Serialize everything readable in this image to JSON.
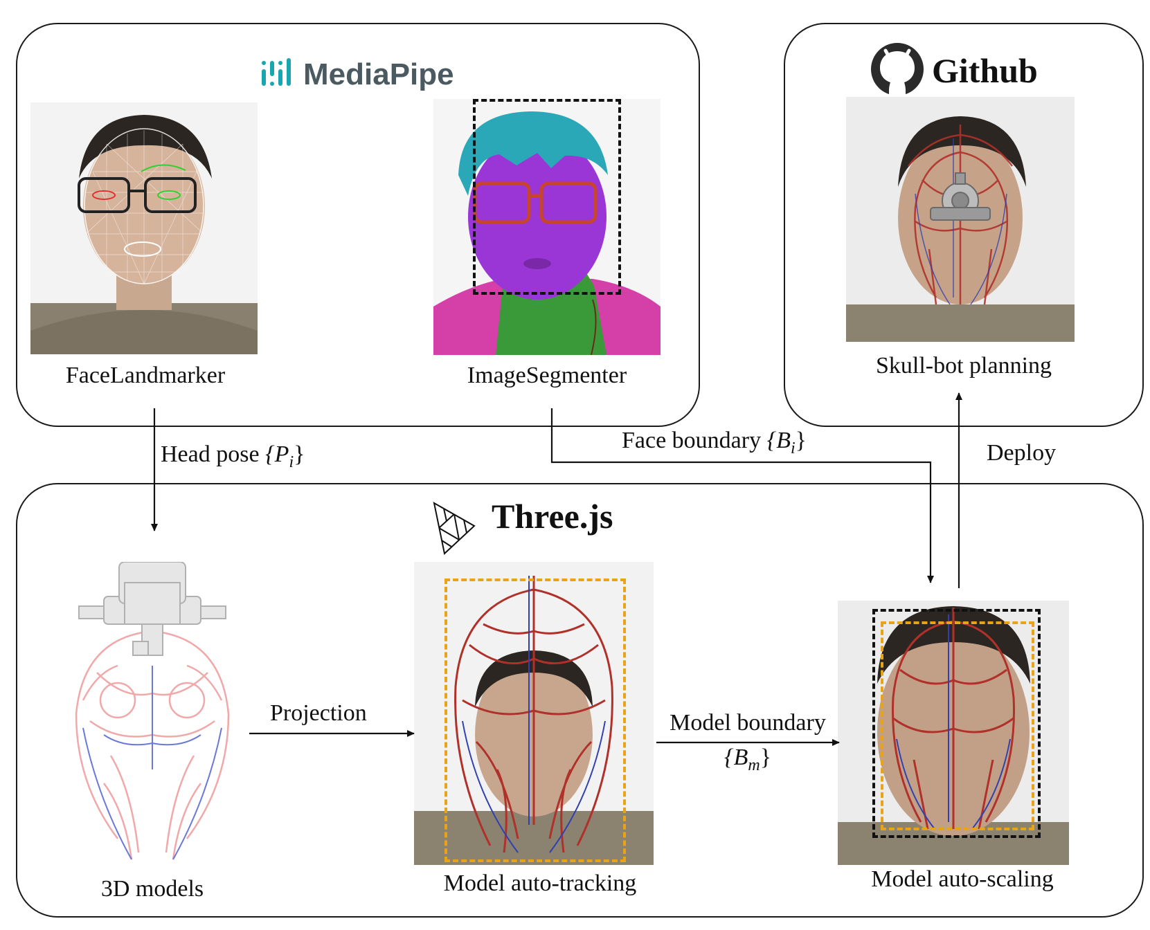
{
  "brands": {
    "mediapipe": "MediaPipe",
    "github": "Github",
    "threejs": "Three.js"
  },
  "images": {
    "face_landmarker": "FaceLandmarker",
    "image_segmenter": "ImageSegmenter",
    "skullbot": "Skull-bot planning",
    "models_3d": "3D models",
    "auto_tracking": "Model auto-tracking",
    "auto_scaling": "Model auto-scaling"
  },
  "arrows": {
    "head_pose_text": "Head pose ",
    "head_pose_math": "{P",
    "head_pose_sub": "i",
    "head_pose_close": "}",
    "face_boundary_text": "Face boundary ",
    "face_boundary_math": "{B",
    "face_boundary_sub": "i",
    "face_boundary_close": "}",
    "deploy": "Deploy",
    "projection": "Projection",
    "model_boundary": "Model boundary",
    "model_boundary_math": "{B",
    "model_boundary_sub": "m",
    "model_boundary_close": "}"
  },
  "colors": {
    "mediapipe_teal": "#1aa6b0",
    "box_orange": "#e8a317",
    "vessel_red": "#b0302a",
    "vessel_blue": "#3040b0"
  }
}
